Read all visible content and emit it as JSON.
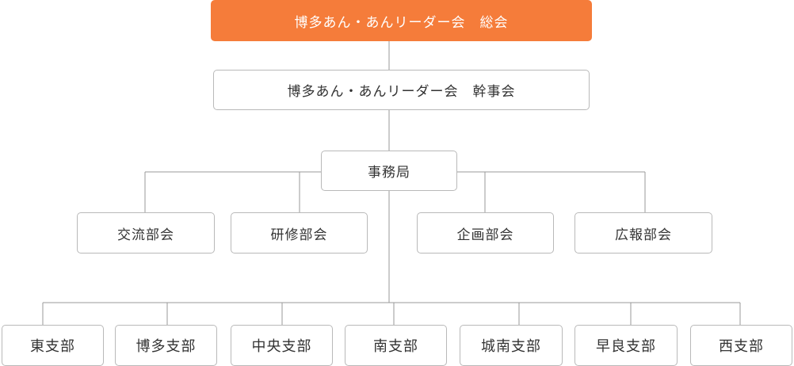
{
  "colors": {
    "top_fill": "#f57c3a",
    "box_border": "#b9b9b9",
    "line": "#9a9a9a",
    "text": "#333333"
  },
  "general_assembly": "博多あん・あんリーダー会　総会",
  "board": "博多あん・あんリーダー会　幹事会",
  "secretariat": "事務局",
  "committees": [
    "交流部会",
    "研修部会",
    "企画部会",
    "広報部会"
  ],
  "branches": [
    "東支部",
    "博多支部",
    "中央支部",
    "南支部",
    "城南支部",
    "早良支部",
    "西支部"
  ]
}
